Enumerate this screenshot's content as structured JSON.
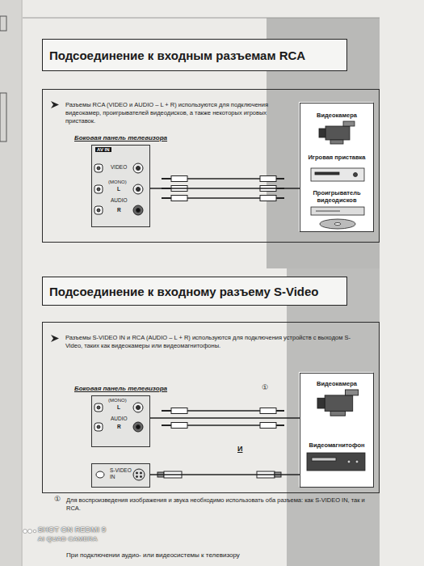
{
  "diagram": {
    "nodes": [
      {
        "text": [
          "Подсоединение к входным разъемам RCA"
        ]
      },
      {
        "text": [
          "Разъемы RCA (VIDEO и AUDIO – L + R) используются для подключения видеокамер, проигрывателей видеодисков, а также некоторых игровых приставок."
        ]
      },
      {
        "text": [
          "Боковая панель телевизора"
        ],
        "in": 1
      },
      {
        "text": [
          "Видеокамера",
          "Игровая приставка",
          "Проигрыватель видеодисков"
        ],
        "in": 1
      },
      {
        "text": [
          "Подсоединение к входному разъему S-Video"
        ]
      },
      {
        "text": [
          "Разъемы S-VIDEO IN и RCA (AUDIO – L + R) используются для подключения устройств с выходом S-Video, таких как видеокамеры или видеомагнитофоны."
        ]
      },
      {
        "text": [
          "Боковая панель телевизора"
        ],
        "in": 5
      },
      {
        "text": [
          "S-VIDEO IN"
        ],
        "in": 5
      },
      {
        "text": [
          "Видеокамера",
          "Видеомагнитофон"
        ],
        "in": 5
      }
    ],
    "edges": [
      {
        "from": 2,
        "to": 3,
        "arrow": "none"
      },
      {
        "from": 6,
        "to": 8,
        "arrow": "none"
      },
      {
        "from": 7,
        "to": 8,
        "arrow": "none"
      }
    ],
    "labels": [
      "AV IN",
      "VIDEO",
      "(MONO)",
      "L",
      "AUDIO",
      "R",
      "(MONO)",
      "L",
      "AUDIO",
      "R",
      "①",
      "И",
      "①",
      "Для воспроизведения изображения и звука необходимо использовать оба разъема: как S-VIDEO IN, так и RCA.",
      "При подключении аудио- или видеосистемы к телевизору",
      "SHOT ON REDMI 9",
      "AI QUAD CAMERA"
    ]
  }
}
